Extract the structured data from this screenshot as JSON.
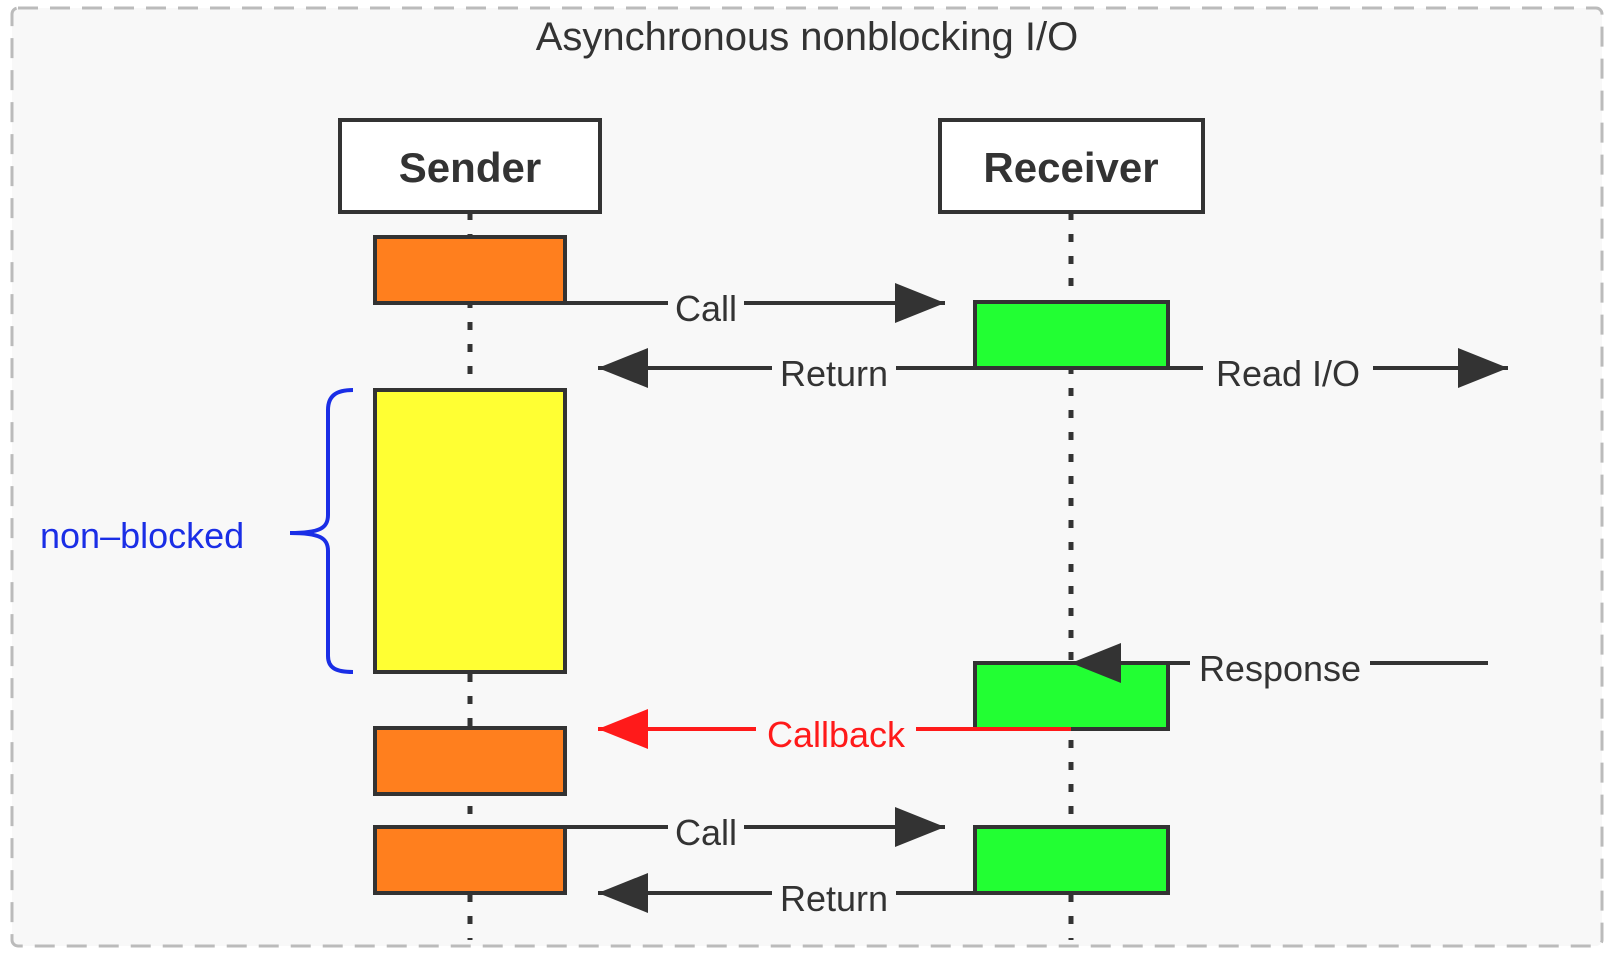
{
  "title": "Asynchronous nonblocking I/O",
  "participants": {
    "sender": "Sender",
    "receiver": "Receiver"
  },
  "messages": {
    "call_1": "Call",
    "return_1": "Return",
    "read_io": "Read I/O",
    "response": "Response",
    "callback": "Callback",
    "call_2": "Call",
    "return_2": "Return"
  },
  "annotation": {
    "non_blocked": "non–blocked"
  },
  "colors": {
    "background": "#f8f8f8",
    "frame_dash": "#bbbbbb",
    "stroke": "#333333",
    "sender_active": "#ff7f1e",
    "sender_waiting": "#ffff33",
    "receiver_active": "#22ff33",
    "callback": "#ff1a1a",
    "brace": "#1a2ee6"
  }
}
